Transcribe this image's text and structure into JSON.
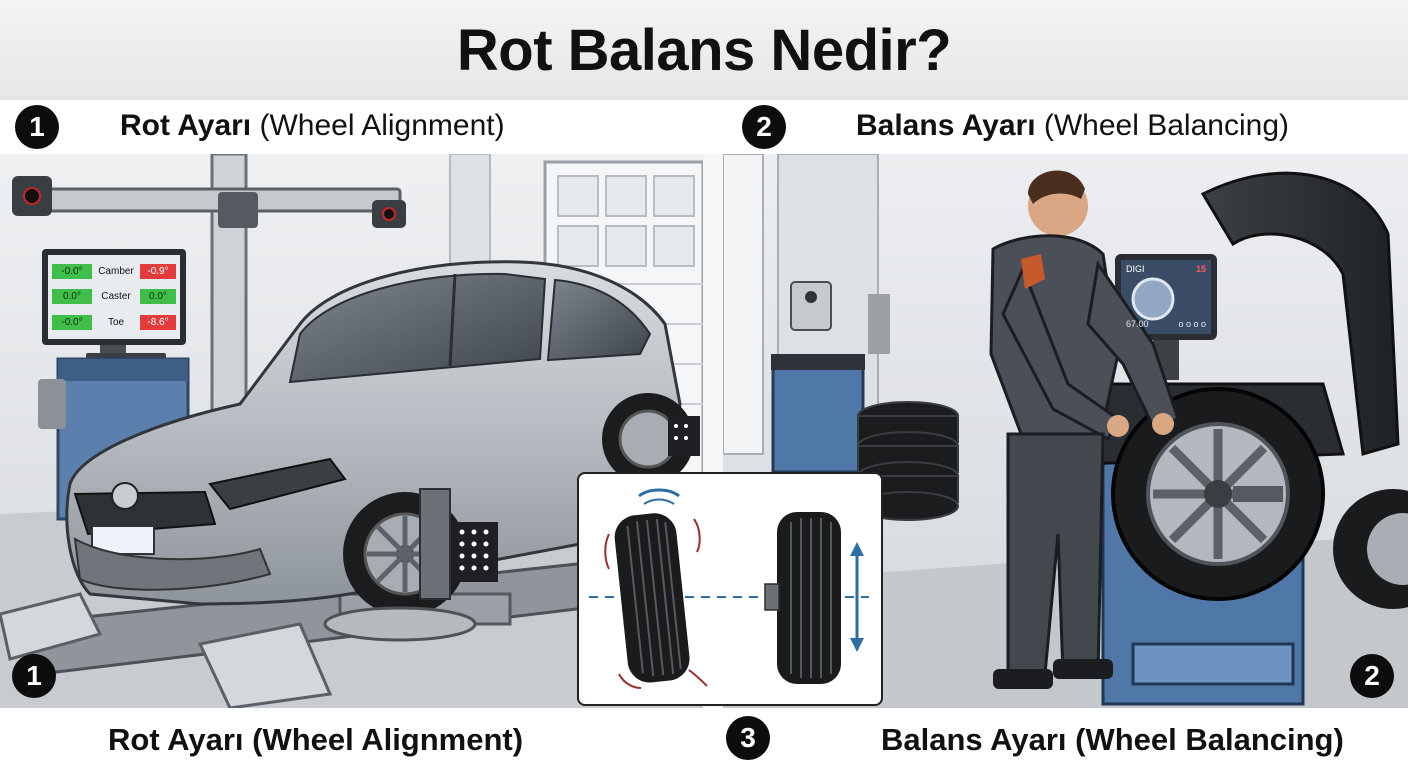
{
  "header": {
    "title": "Rot Balans Nedir?"
  },
  "top_labels": {
    "left": {
      "number": "1",
      "bold": "Rot Ayarı",
      "rest": "(Wheel Alignment)"
    },
    "right": {
      "number": "2",
      "bold": "Balans Ayarı",
      "rest": "(Wheel Balancing)"
    }
  },
  "scene_badges": {
    "left": "1",
    "right": "2",
    "inset": "3"
  },
  "monitor": {
    "rows": [
      {
        "label": "Camber",
        "left_value": "-0.0°",
        "right_value": "-0.9°"
      },
      {
        "label": "Caster",
        "left_value": "0.0°",
        "right_value": "0.0°"
      },
      {
        "label": "Toe",
        "left_value": "-0.0°",
        "right_value": "-8.6°"
      }
    ]
  },
  "balancer_screen": {
    "brand": "DIGI",
    "readout": "15",
    "left_value": "67.00",
    "icons": "o o o o"
  },
  "bottom_labels": {
    "left": "Rot Ayarı (Wheel Alignment)",
    "right": "Balans Ayarı (Wheel Balancing)"
  },
  "colors": {
    "green_readout": "#3fbf4a",
    "red_readout": "#e23b3b",
    "machine_blue": "#4f78a8",
    "car_silver": "#b9bec4",
    "badge": "#0d0d0d"
  }
}
